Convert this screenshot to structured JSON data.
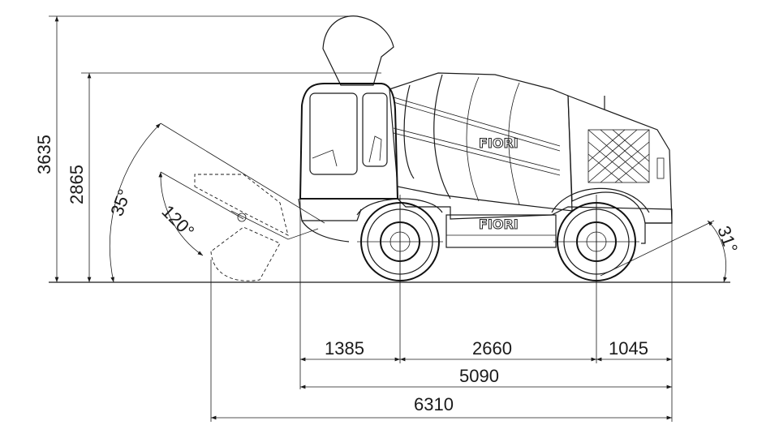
{
  "drawing": {
    "brand_logo": "FIORI",
    "dimensions": {
      "overall_height": "3635",
      "cab_height": "2865",
      "front_overhang": "1385",
      "wheelbase": "2660",
      "rear_overhang": "1045",
      "body_length": "5090",
      "overall_length": "6310"
    },
    "angles": {
      "bucket_lift": "35°",
      "bucket_rotation": "120°",
      "departure": "31°"
    }
  }
}
